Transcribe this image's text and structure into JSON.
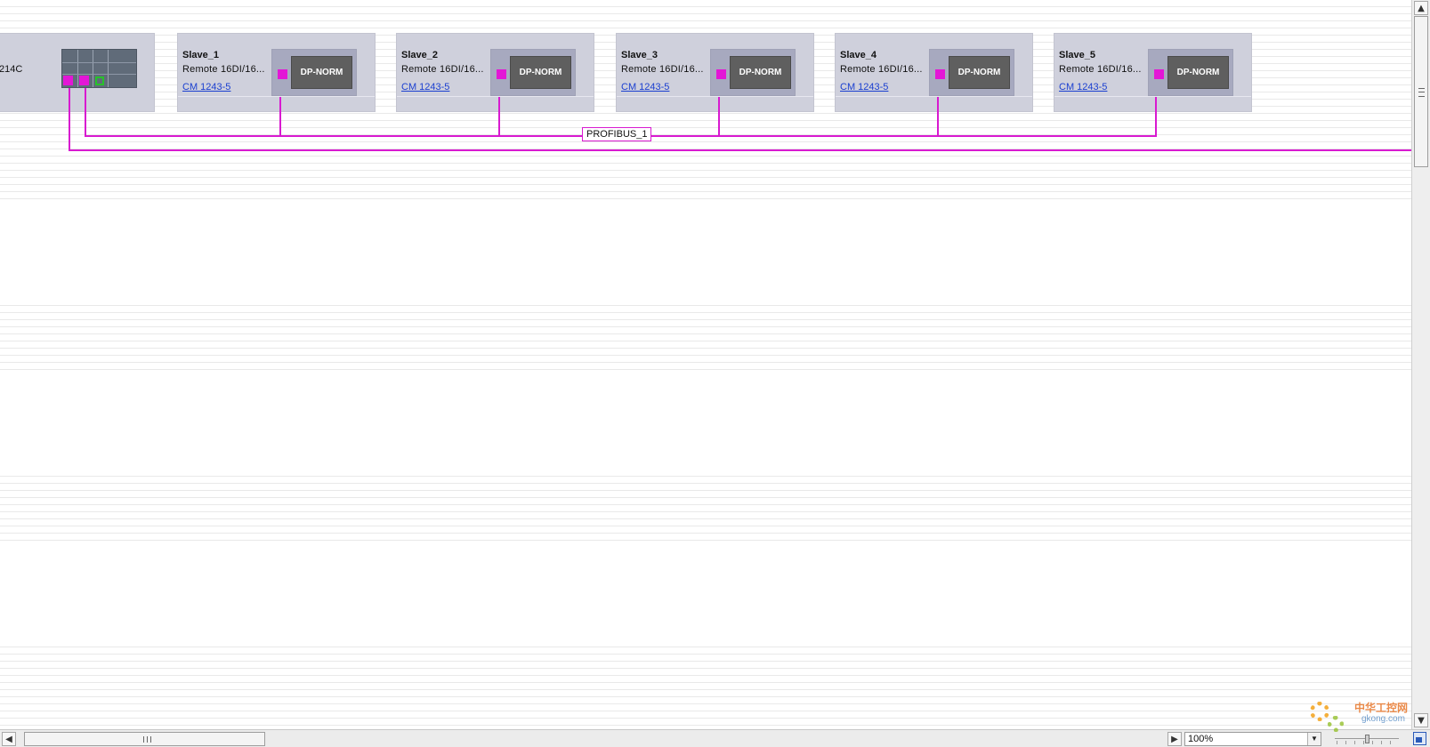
{
  "network": {
    "bus_label": "PROFIBUS_1",
    "bus_color": "#d81ad0",
    "plc": {
      "type_label": "214C"
    },
    "slaves": [
      {
        "name": "Slave_1",
        "type": "Remote  16DI/16...",
        "link": "CM 1243-5",
        "badge": "DP-NORM"
      },
      {
        "name": "Slave_2",
        "type": "Remote  16DI/16...",
        "link": "CM 1243-5",
        "badge": "DP-NORM"
      },
      {
        "name": "Slave_3",
        "type": "Remote  16DI/16...",
        "link": "CM 1243-5",
        "badge": "DP-NORM"
      },
      {
        "name": "Slave_4",
        "type": "Remote  16DI/16...",
        "link": "CM 1243-5",
        "badge": "DP-NORM"
      },
      {
        "name": "Slave_5",
        "type": "Remote  16DI/16...",
        "link": "CM 1243-5",
        "badge": "DP-NORM"
      }
    ]
  },
  "statusbar": {
    "zoom": "100%"
  },
  "icons": {
    "scroll_up": "▲",
    "scroll_down": "▼",
    "scroll_left": "◀",
    "scroll_right": "▶",
    "dropdown": "▼"
  },
  "watermark": {
    "brand": "中华工控网",
    "domain": "gkong.com"
  }
}
